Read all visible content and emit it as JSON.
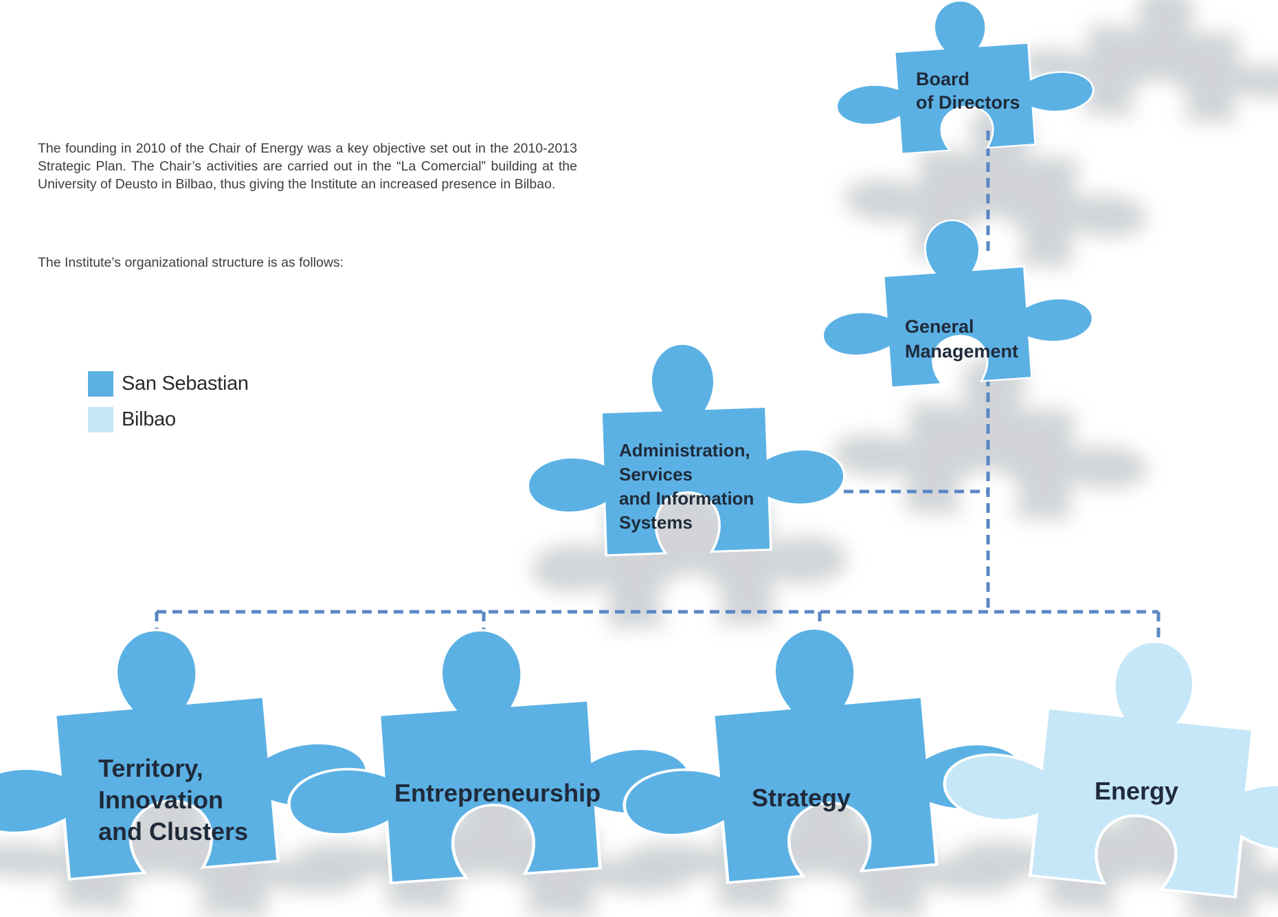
{
  "intro": {
    "paragraph1": "The founding in 2010 of the Chair of Energy was a key objective set out in the 2010-2013 Strategic Plan. The Chair’s activities are carried out in the “La Comercial” building at the University of Deusto in Bilbao, thus giving the Institute an increased presence in Bilbao.",
    "paragraph2": "The Institute’s organizational structure is as follows:"
  },
  "legend": {
    "items": [
      {
        "label": "San Sebastian",
        "color": "#5cb1e4"
      },
      {
        "label": "Bilbao",
        "color": "#c6e7f8"
      }
    ]
  },
  "colors": {
    "san_sebastian": "#5cb1e4",
    "bilbao": "#c6e7f8",
    "connector": "#5a87c5",
    "shadow": "#9aa0a6"
  },
  "nodes": {
    "board": {
      "lines": [
        "Board",
        "of Directors"
      ],
      "location": "San Sebastian"
    },
    "general": {
      "lines": [
        "General",
        "Management"
      ],
      "location": "San Sebastian"
    },
    "admin": {
      "lines": [
        "Administration,",
        "Services",
        "and Information",
        "Systems"
      ],
      "location": "San Sebastian"
    },
    "territory": {
      "lines": [
        "Territory,",
        "Innovation",
        "and Clusters"
      ],
      "location": "San Sebastian"
    },
    "entrepreneurship": {
      "lines": [
        "Entrepreneurship"
      ],
      "location": "San Sebastian"
    },
    "strategy": {
      "lines": [
        "Strategy"
      ],
      "location": "San Sebastian"
    },
    "energy": {
      "lines": [
        "Energy"
      ],
      "location": "Bilbao"
    }
  }
}
